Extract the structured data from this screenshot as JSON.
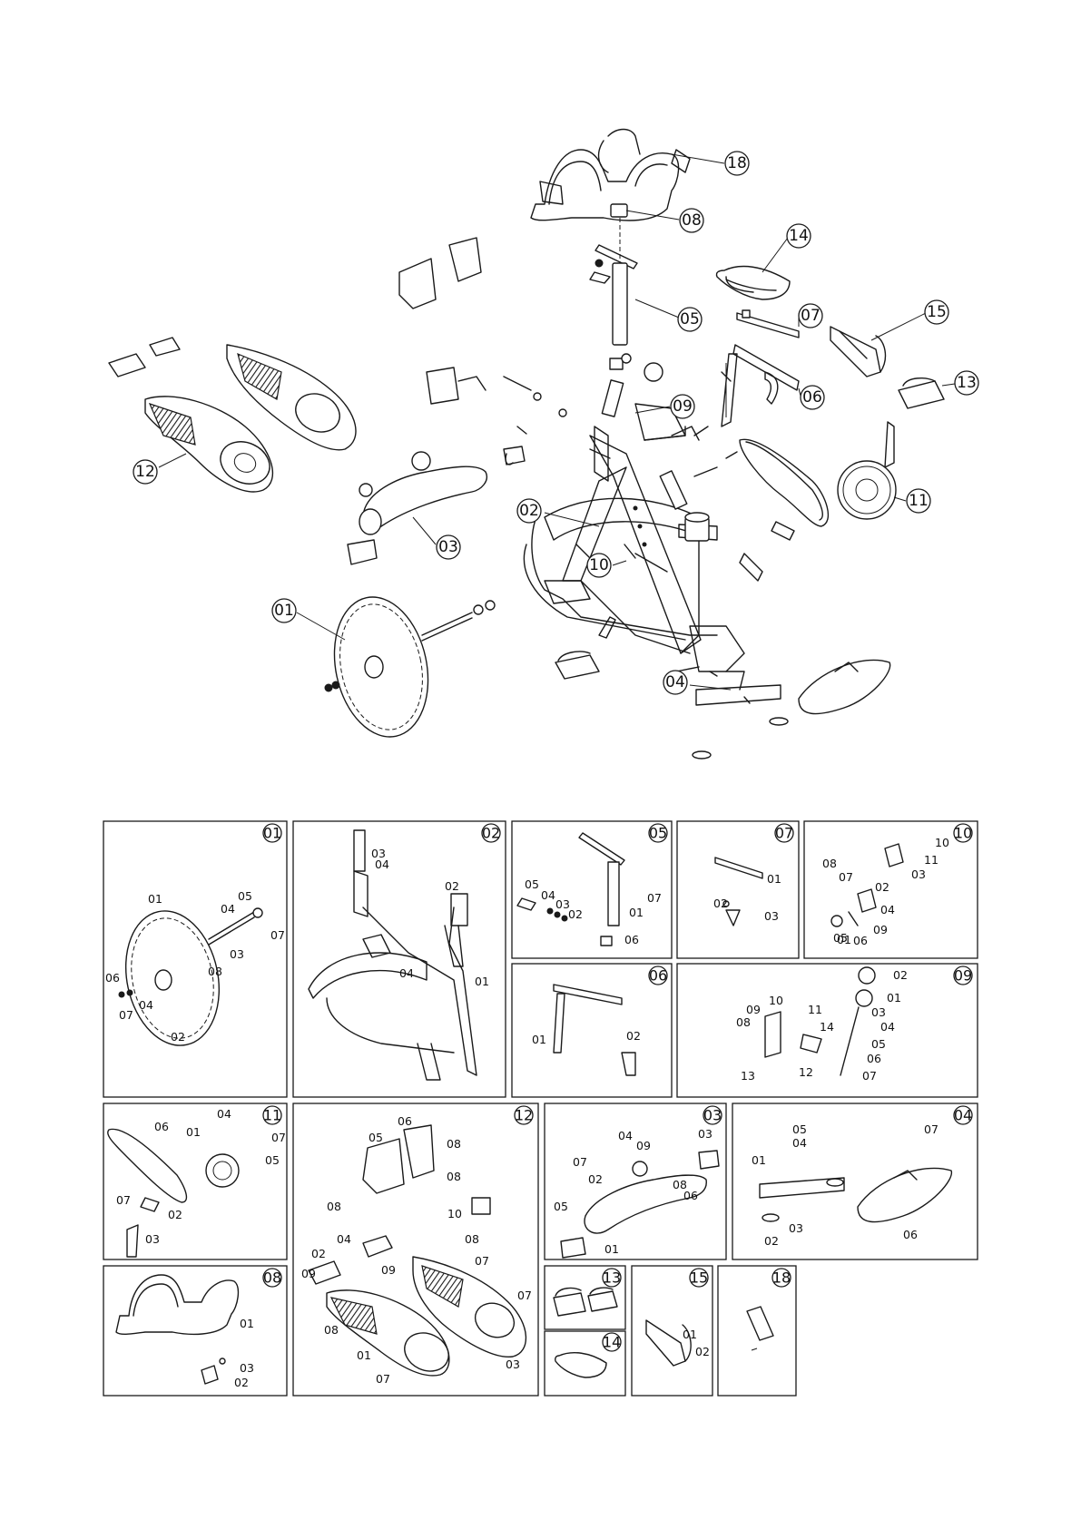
{
  "callouts": [
    "01",
    "02",
    "03",
    "04",
    "05",
    "06",
    "07",
    "08",
    "09",
    "10",
    "11",
    "12",
    "13",
    "14",
    "15",
    "18"
  ],
  "panels": {
    "p01": {
      "number": "01",
      "labels": [
        "01",
        "02",
        "03",
        "04",
        "05",
        "06",
        "07",
        "08"
      ]
    },
    "p02": {
      "number": "02",
      "labels": [
        "01",
        "02",
        "03",
        "04",
        "04"
      ]
    },
    "p05": {
      "number": "05",
      "labels": [
        "01",
        "02",
        "03",
        "04",
        "05",
        "06",
        "07"
      ]
    },
    "p07": {
      "number": "07",
      "labels": [
        "01",
        "02",
        "03"
      ]
    },
    "p10": {
      "number": "10",
      "labels": [
        "01",
        "02",
        "03",
        "04",
        "05",
        "06",
        "07",
        "08",
        "09",
        "10",
        "11"
      ]
    },
    "p06": {
      "number": "06",
      "labels": [
        "01",
        "02"
      ]
    },
    "p09": {
      "number": "09",
      "labels": [
        "01",
        "02",
        "03",
        "04",
        "05",
        "06",
        "07",
        "08",
        "09",
        "10",
        "11",
        "12",
        "13",
        "14"
      ]
    },
    "p11": {
      "number": "11",
      "labels": [
        "01",
        "02",
        "03",
        "04",
        "05",
        "06",
        "07",
        "07"
      ]
    },
    "p12": {
      "number": "12",
      "labels": [
        "01",
        "02",
        "03",
        "04",
        "05",
        "06",
        "07",
        "07",
        "07",
        "08",
        "08",
        "08",
        "08",
        "08",
        "09",
        "09",
        "10"
      ]
    },
    "p03": {
      "number": "03",
      "labels": [
        "01",
        "02",
        "03",
        "04",
        "05",
        "06",
        "07",
        "08",
        "09"
      ]
    },
    "p04": {
      "number": "04",
      "labels": [
        "01",
        "02",
        "03",
        "04",
        "05",
        "06",
        "07"
      ]
    },
    "p08": {
      "number": "08",
      "labels": [
        "01",
        "02",
        "03"
      ]
    },
    "p13": {
      "number": "13"
    },
    "p14": {
      "number": "14"
    },
    "p15": {
      "number": "15",
      "labels": [
        "01",
        "02"
      ]
    },
    "p18": {
      "number": "18"
    }
  }
}
